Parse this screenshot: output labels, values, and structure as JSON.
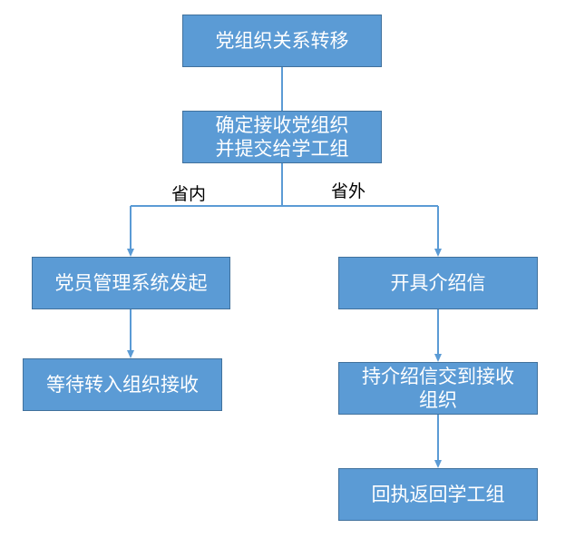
{
  "diagram": {
    "nodes": {
      "start": "党组织关系转移",
      "confirm": "确定接收党组织\n并提交给学工组",
      "in_province": "党员管理系统发起",
      "wait": "等待转入组织接收",
      "letter": "开具介绍信",
      "deliver": "持介绍信交到接收\n组织",
      "return": "回执返回学工组"
    },
    "edges": {
      "left_label": "省内",
      "right_label": "省外"
    },
    "colors": {
      "node_fill": "#5b9bd5",
      "node_border": "#41719c",
      "connector": "#5b9bd5",
      "node_text": "#ffffff"
    }
  }
}
